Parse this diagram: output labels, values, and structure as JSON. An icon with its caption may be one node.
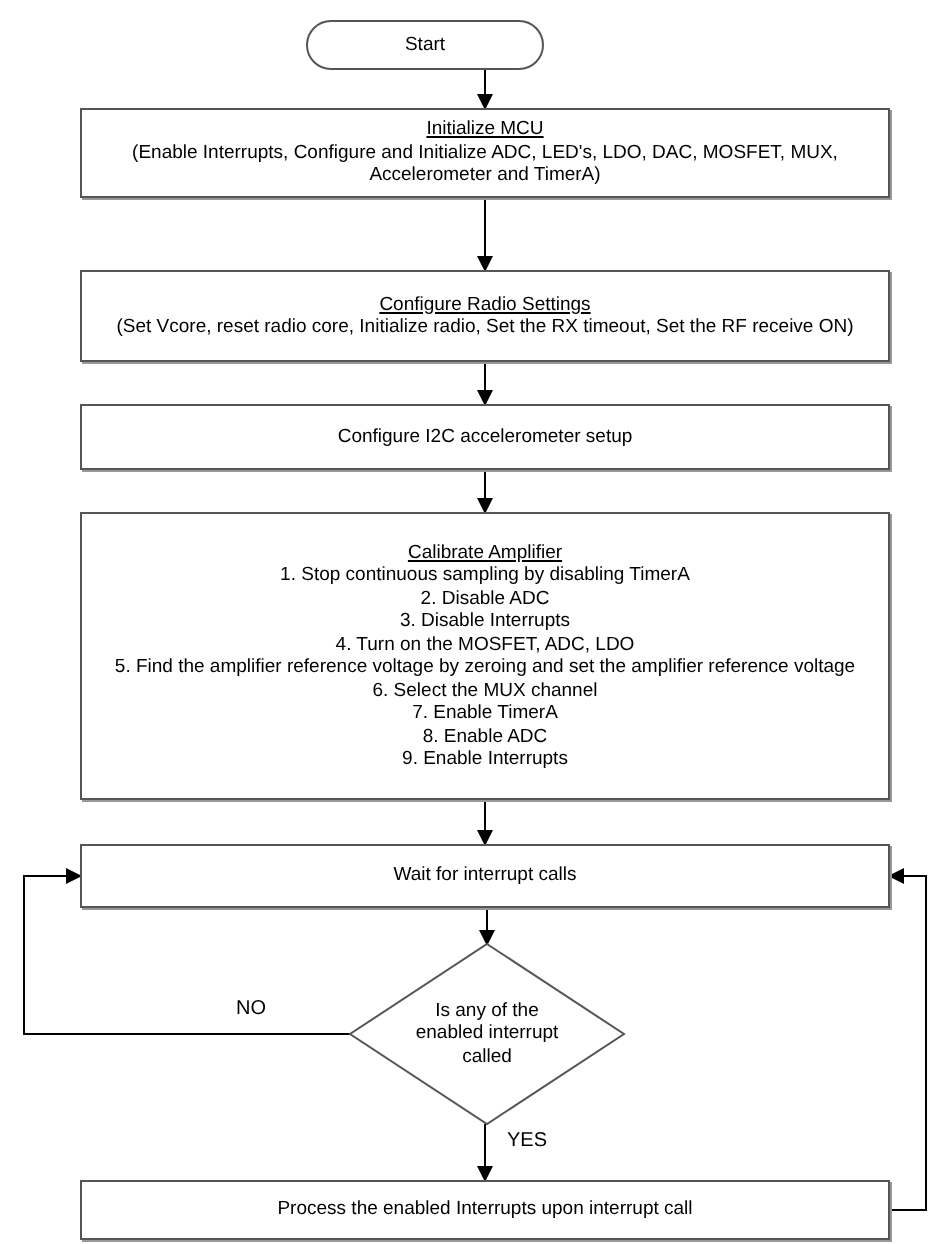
{
  "diagram": {
    "nodes": [
      {
        "text": [
          "Start"
        ]
      },
      {
        "text": [
          "Initialize MCU",
          "(Enable Interrupts, Configure and Initialize ADC, LED's, LDO, DAC, MOSFET, MUX, Accelerometer and TimerA)"
        ]
      },
      {
        "text": [
          "Configure Radio Settings",
          "(Set Vcore, reset radio core, Initialize radio, Set the RX timeout, Set the RF receive ON)"
        ]
      },
      {
        "text": [
          "Configure I2C accelerometer setup"
        ]
      },
      {
        "text": [
          "Calibrate Amplifier",
          "1. Stop continuous sampling by disabling TimerA",
          "2. Disable ADC",
          "3. Disable Interrupts",
          "4. Turn on the MOSFET, ADC, LDO",
          "5. Find the amplifier reference voltage by zeroing and set the amplifier reference voltage",
          "6. Select the MUX channel",
          "7. Enable TimerA",
          "8. Enable ADC",
          "9. Enable Interrupts"
        ]
      },
      {
        "text": [
          "Wait for interrupt calls"
        ]
      },
      {
        "text": [
          "Is any of the enabled interrupt called"
        ]
      },
      {
        "text": [
          "Process the enabled Interrupts upon interrupt call"
        ]
      }
    ],
    "edges": [
      {
        "from": 0,
        "to": 1,
        "arrow": "to"
      },
      {
        "from": 1,
        "to": 2,
        "arrow": "to"
      },
      {
        "from": 2,
        "to": 3,
        "arrow": "to"
      },
      {
        "from": 3,
        "to": 4,
        "arrow": "to"
      },
      {
        "from": 4,
        "to": 5,
        "arrow": "to"
      },
      {
        "from": 5,
        "to": 6,
        "arrow": "to"
      },
      {
        "from": 6,
        "to": 7,
        "arrow": "to",
        "label": "YES"
      },
      {
        "from": 6,
        "to": 5,
        "arrow": "to",
        "label": "NO"
      },
      {
        "from": 7,
        "to": 5,
        "arrow": "to"
      }
    ]
  }
}
